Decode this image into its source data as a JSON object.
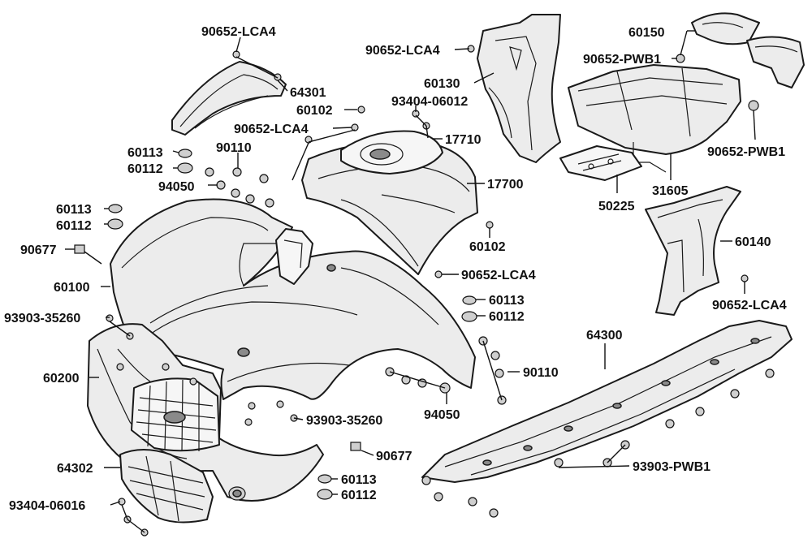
{
  "callouts": [
    {
      "text": "90652-LCA4"
    },
    {
      "text": "64301"
    },
    {
      "text": "60102"
    },
    {
      "text": "90652-LCA4"
    },
    {
      "text": "60113"
    },
    {
      "text": "90110"
    },
    {
      "text": "60112"
    },
    {
      "text": "94050"
    },
    {
      "text": "60113"
    },
    {
      "text": "60112"
    },
    {
      "text": "90677"
    },
    {
      "text": "60100"
    },
    {
      "text": "93903-35260"
    },
    {
      "text": "60200"
    },
    {
      "text": "64302"
    },
    {
      "text": "93404-06016"
    },
    {
      "text": "90652-LCA4"
    },
    {
      "text": "60130"
    },
    {
      "text": "93404-06012"
    },
    {
      "text": "17710"
    },
    {
      "text": "17700"
    },
    {
      "text": "60102"
    },
    {
      "text": "90652-LCA4"
    },
    {
      "text": "60113"
    },
    {
      "text": "60112"
    },
    {
      "text": "90110"
    },
    {
      "text": "94050"
    },
    {
      "text": "93903-35260"
    },
    {
      "text": "90677"
    },
    {
      "text": "60113"
    },
    {
      "text": "60112"
    },
    {
      "text": "60150"
    },
    {
      "text": "90652-PWB1"
    },
    {
      "text": "90652-PWB1"
    },
    {
      "text": "31605"
    },
    {
      "text": "50225"
    },
    {
      "text": "60140"
    },
    {
      "text": "90652-LCA4"
    },
    {
      "text": "64300"
    },
    {
      "text": "93903-PWB1"
    }
  ]
}
